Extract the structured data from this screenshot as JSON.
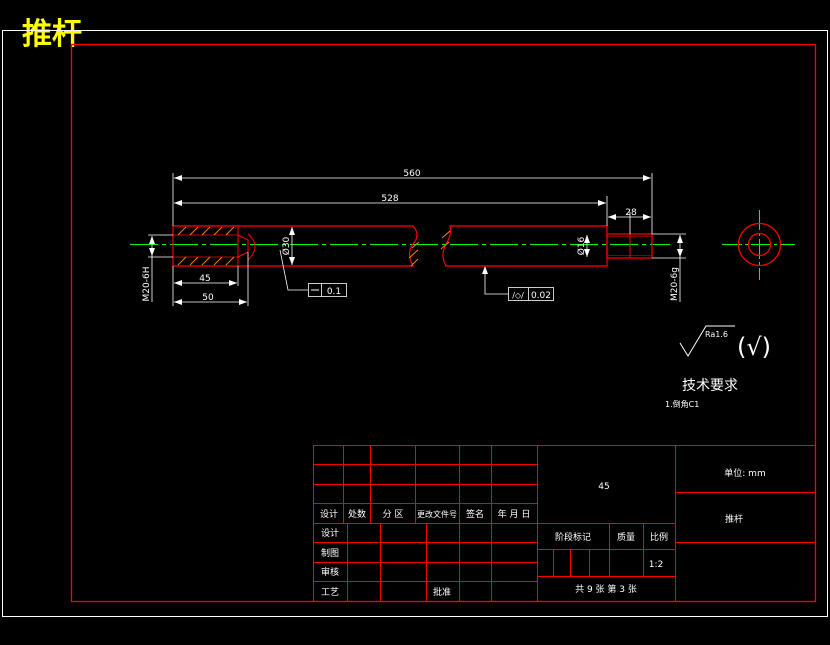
{
  "title": "推杆",
  "dimensions": {
    "overall_length": "560",
    "body_length": "528",
    "thread_length": "28",
    "diameter_main": "Ø30",
    "diameter_pin": "Ø16",
    "hole_depth_thread": "45",
    "hole_depth_total": "50",
    "internal_thread": "M20-6H",
    "external_thread": "M20-6g"
  },
  "tolerances": {
    "straightness": "0.1",
    "cylindricity_symbol": "/◇/",
    "cylindricity": "0.02"
  },
  "surface_finish": {
    "roughness": "Ra1.6",
    "other_mark": "(√)"
  },
  "technical_requirements": {
    "heading": "技术要求",
    "items": [
      "1.倒角C1"
    ]
  },
  "title_block": {
    "material": "45",
    "unit_label": "单位: mm",
    "part_name": "推杆",
    "revision_headers": [
      "设计",
      "处数",
      "分 区",
      "更改文件号",
      "签名",
      "年 月 日"
    ],
    "stage_label": "阶段标记",
    "mass_label": "质量",
    "scale_label": "比例",
    "scale_value": "1:2",
    "rows": [
      "设计",
      "制图",
      "审核",
      "工艺"
    ],
    "approve_label": "批准",
    "sheet_info": "共 9 张 第 3 张"
  },
  "colors": {
    "outline": "#ff0000",
    "centerline": "#00ff00",
    "dimension": "#ffffff",
    "hatch": "#ff7f00",
    "title": "#ffff00"
  }
}
